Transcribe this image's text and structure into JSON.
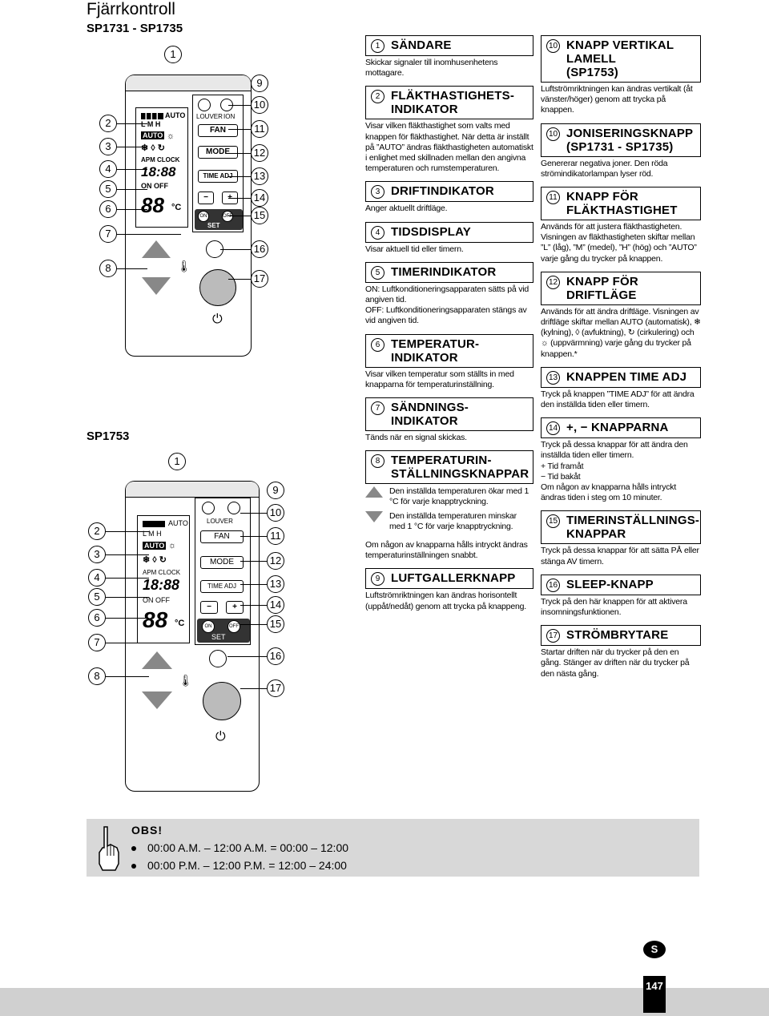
{
  "page": {
    "title": "Fjärrkontroll",
    "model_top": "SP1731 - SP1735",
    "model_bottom": "SP1753",
    "page_number": "147",
    "lang_badge": "S"
  },
  "remote_top": {
    "lcd": {
      "row1": "AUTO",
      "row2": "L M H",
      "row3": "AUTO",
      "row4": "APM CLOCK",
      "row5": "18:88",
      "row6": "ON OFF",
      "row7": "88",
      "row7b": "°C"
    },
    "buttons": {
      "louver": "LOUVER",
      "ion": "ION",
      "fan": "FAN",
      "mode": "MODE",
      "time_adj": "TIME ADJ",
      "minus": "−",
      "plus": "+",
      "on": "ON",
      "off": "OFF",
      "set": "SET"
    }
  },
  "remote_bottom": {
    "lcd": {
      "row1": "AUTO",
      "row2": "L M H",
      "row3": "AUTO",
      "row4": "APM CLOCK",
      "row5": "18:88",
      "row6": "ON OFF",
      "row7": "88",
      "row7b": "°C"
    },
    "buttons": {
      "louver": "LOUVER",
      "fan": "FAN",
      "mode": "MODE",
      "time_adj": "TIME ADJ",
      "minus": "−",
      "plus": "+",
      "on": "ON",
      "off": "OFF",
      "set": "SET"
    }
  },
  "callouts": [
    "1",
    "2",
    "3",
    "4",
    "5",
    "6",
    "7",
    "8",
    "9",
    "10",
    "11",
    "12",
    "13",
    "14",
    "15",
    "16",
    "17"
  ],
  "sections_col1": [
    {
      "num": "1",
      "title": "SÄNDARE",
      "body": "Skickar signaler till inomhusenhetens mottagare."
    },
    {
      "num": "2",
      "title": "FLÄKTHASTIGHETS-\nINDIKATOR",
      "body": "Visar vilken fläkthastighet som valts med knappen för fläkthastighet. När detta är inställt på ”AUTO” ändras fläkthastigheten automatiskt i enlighet med skillnaden mellan den angivna temperaturen och rumstemperaturen."
    },
    {
      "num": "3",
      "title": "DRIFTINDIKATOR",
      "body": "Anger aktuellt driftläge."
    },
    {
      "num": "4",
      "title": "TIDSDISPLAY",
      "body": "Visar aktuell tid eller timern."
    },
    {
      "num": "5",
      "title": "TIMERINDIKATOR",
      "body": "ON: Luftkonditioneringsapparaten sätts på vid angiven tid.\nOFF: Luftkonditioneringsapparaten stängs av vid angiven tid."
    },
    {
      "num": "6",
      "title": "TEMPERATUR-\nINDIKATOR",
      "body": "Visar vilken temperatur som ställts in med knapparna för temperaturinställning."
    },
    {
      "num": "7",
      "title": "SÄNDNINGS-\nINDIKATOR",
      "body": "Tänds när en signal skickas."
    },
    {
      "num": "8",
      "title": "TEMPERATURIN-\nSTÄLLNINGSKNAPPAR",
      "up_text": "Den inställda temperaturen ökar med 1 °C för varje knapptryckning.",
      "down_text": "Den inställda temperaturen minskar med 1 °C för varje knapptryckning.",
      "body": "Om någon av knapparna hålls intryckt ändras temperaturinställningen snabbt."
    },
    {
      "num": "9",
      "title": "LUFTGALLERKNAPP",
      "body": "Luftströmriktningen kan ändras horisontellt (uppåt/nedåt) genom att trycka på knappeng."
    }
  ],
  "sections_col2": [
    {
      "num": "10",
      "title": "KNAPP VERTIKAL LAMELL\n(SP1753)",
      "body": "Luftströmriktningen kan ändras vertikalt (åt vänster/höger) genom att trycka på knappen."
    },
    {
      "num": "10",
      "title": "JONISERINGSKNAPP\n(SP1731 - SP1735)",
      "body": "Genererar negativa joner. Den röda strömindikatorlampan lyser röd."
    },
    {
      "num": "11",
      "title": "KNAPP FÖR\nFLÄKTHASTIGHET",
      "body": "Används för att justera fläkthastigheten. Visningen av fläkthastigheten skiftar mellan ”L” (låg), ”M” (medel), ”H” (hög) och ”AUTO” varje gång du trycker på knappen."
    },
    {
      "num": "12",
      "title": "KNAPP FÖR DRIFTLÄGE",
      "body": "Används för att ändra driftläge. Visningen av driftläge skiftar mellan AUTO (automatisk), ❄ (kylning), ◊ (avfuktning), ↻ (cirkulering) och ☼ (uppvärmning) varje gång du trycker på knappen.*"
    },
    {
      "num": "13",
      "title": "KNAPPEN TIME ADJ",
      "body": "Tryck på knappen ”TIME ADJ” för att ändra den inställda tiden eller timern."
    },
    {
      "num": "14",
      "title": "+, −  KNAPPARNA",
      "body": "Tryck på dessa knappar för att ändra den inställda tiden eller timern.\n+ Tid framåt\n− Tid bakåt\nOm någon av knapparna hålls intryckt ändras tiden i  steg om 10 minuter."
    },
    {
      "num": "15",
      "title": "TIMERINSTÄLLNINGS-\nKNAPPAR",
      "body": "Tryck på dessa knappar för att sätta PÅ eller stänga AV timern."
    },
    {
      "num": "16",
      "title": "SLEEP-KNAPP",
      "body": "Tryck på den här knappen för att aktivera insomningsfunktionen."
    },
    {
      "num": "17",
      "title": "STRÖMBRYTARE",
      "body": "Startar driften när du trycker på den en gång. Stänger av driften när du trycker på den nästa gång."
    }
  ],
  "obs": {
    "title": "OBS!",
    "line1": "00:00 A.M. – 12:00 A.M. = 00:00 – 12:00",
    "line2": "00:00 P.M. – 12:00 P.M. = 12:00 – 24:00"
  }
}
